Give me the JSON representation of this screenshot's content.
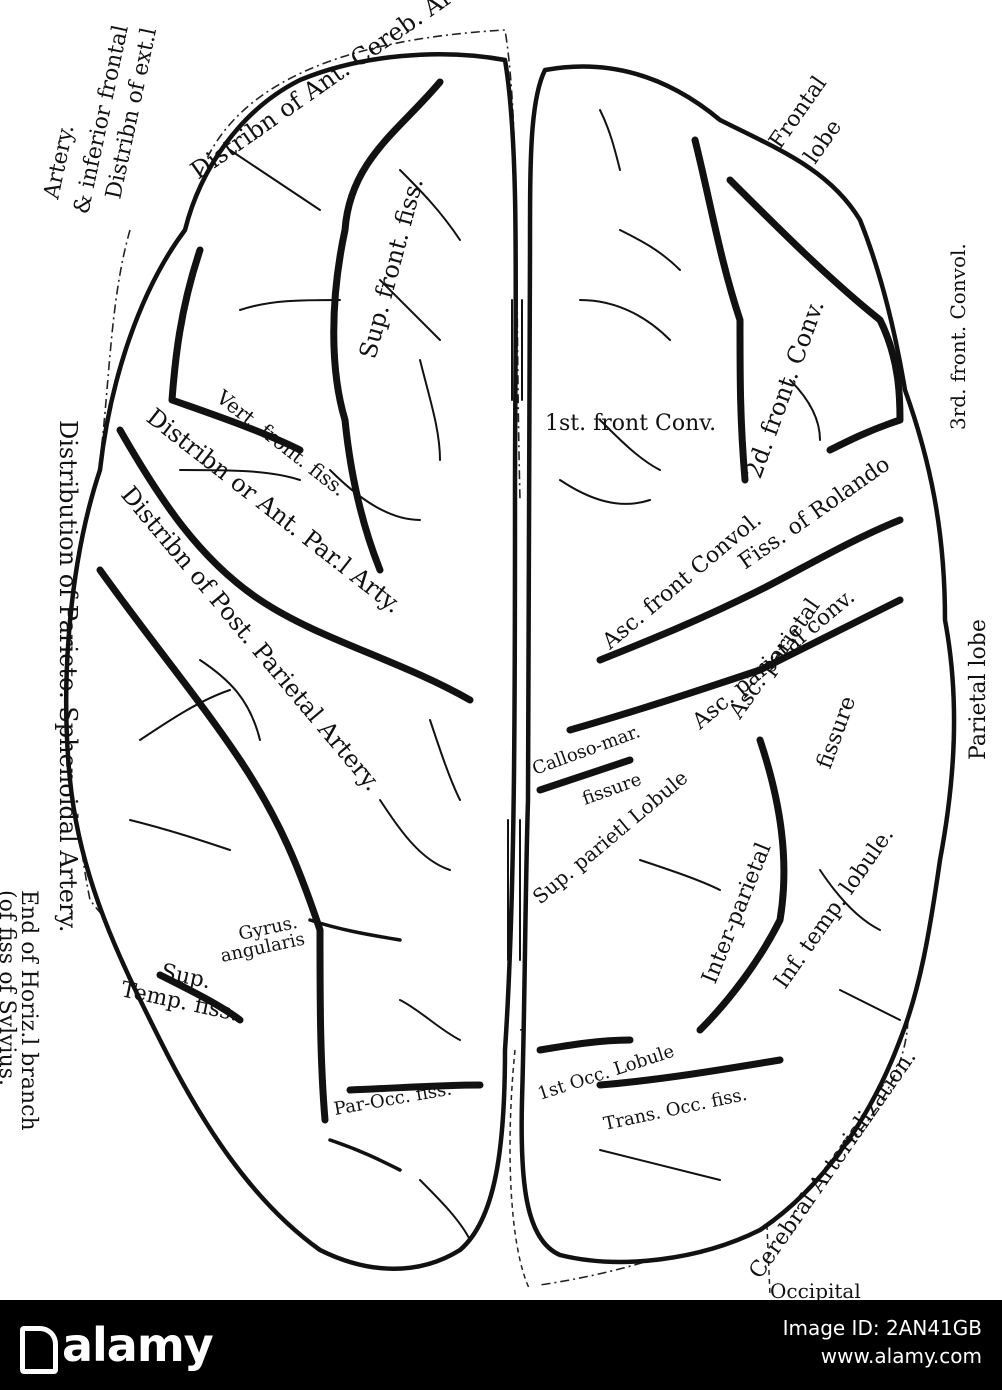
{
  "labels": {
    "ant_cereb": "Distribn of Ant. Cereb. Artery",
    "ext_frontal_a": "Distribn of ext.l",
    "ext_frontal_b": "& inferior frontal",
    "ext_frontal_c": "Artery.",
    "frontal_lobe_a": "Frontal",
    "frontal_lobe_b": "lobe",
    "third_front": "3rd. front. Convol.",
    "sup_front_fiss": "Sup. front. fiss.",
    "first_front": "1st. front Conv.",
    "second_front": "2d. front. Conv.",
    "vert_front_fiss": "Vert. front. fiss.",
    "ant_par_a": "Distribn or Ant. Par.l Arty.",
    "parieto_sph": "Distribution of Parieto. Sphenoidal Artery.",
    "post_par": "Distribn of Post. Parietal Artery.",
    "asc_front": "Asc. front Convol.",
    "fiss_rolando": "Fiss. of Rolando",
    "asc_parietal_conv": "Asc. parietal conv.",
    "parietal_lobe": "Parietal lobe",
    "asc_parietal_fiss_a": "Asc. parietal",
    "asc_parietal_fiss_b": "fissure",
    "calloso_a": "Calloso-mar.",
    "calloso_b": "fissure",
    "sup_par_lobule": "Sup. parietl Lobule",
    "inter_par": "Inter-parietal",
    "inf_temp": "Inf. temp. lobule.",
    "gyrus_a": "Gyrus.",
    "gyrus_b": "angularis",
    "sup_temp_a": "Sup.",
    "sup_temp_b": "Temp. fiss.",
    "end_horiz_a": "End of Horiz.l branch",
    "end_horiz_b": "(of fiss of Sylvius.",
    "first_occ": "1st Occ. Lobule",
    "trans_occ": "Trans. Occ. fiss.",
    "par_occ": "Par-Occ. fiss.",
    "cerebral_art": "Cerebral Arterialization.",
    "occipital": "Occipital"
  },
  "footer": {
    "logo": "alamy",
    "image_id": "Image ID: 2AN41GB",
    "site": "www.alamy.com"
  },
  "colors": {
    "ink": "#111111",
    "paper": "#ffffff",
    "footer_bg": "#000000"
  }
}
